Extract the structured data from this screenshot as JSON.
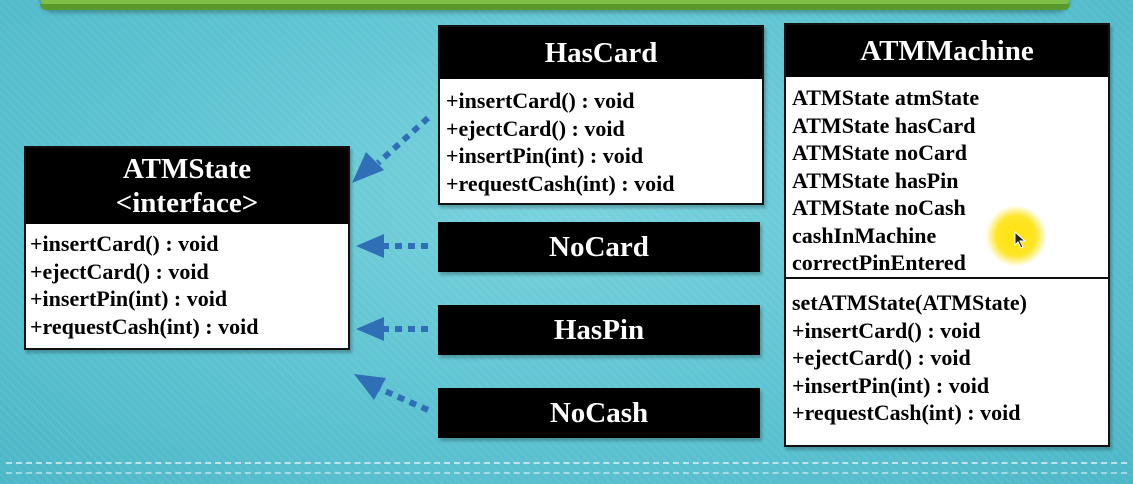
{
  "atm_state": {
    "title_line1": "ATMState",
    "title_line2": "<interface>",
    "methods": [
      "+insertCard() : void",
      "+ejectCard() : void",
      "+insertPin(int) : void",
      "+requestCash(int) : void"
    ]
  },
  "has_card": {
    "title": "HasCard",
    "methods": [
      "+insertCard() : void",
      "+ejectCard() : void",
      "+insertPin(int) : void",
      "+requestCash(int) : void"
    ]
  },
  "no_card": {
    "title": "NoCard"
  },
  "has_pin": {
    "title": "HasPin"
  },
  "no_cash": {
    "title": "NoCash"
  },
  "atm_machine": {
    "title": "ATMMachine",
    "fields": [
      "ATMState atmState",
      "ATMState hasCard",
      "ATMState noCard",
      "ATMState hasPin",
      "ATMState noCash",
      "cashInMachine",
      "correctPinEntered"
    ],
    "methods": [
      "setATMState(ATMState)",
      "+insertCard() : void",
      "+ejectCard() : void",
      "+insertPin(int) : void",
      "+requestCash(int) : void"
    ]
  },
  "colors": {
    "background": "#5fc4d2",
    "arrow": "#2f6fb6",
    "header": "#000000",
    "highlight": "#ffe100"
  }
}
